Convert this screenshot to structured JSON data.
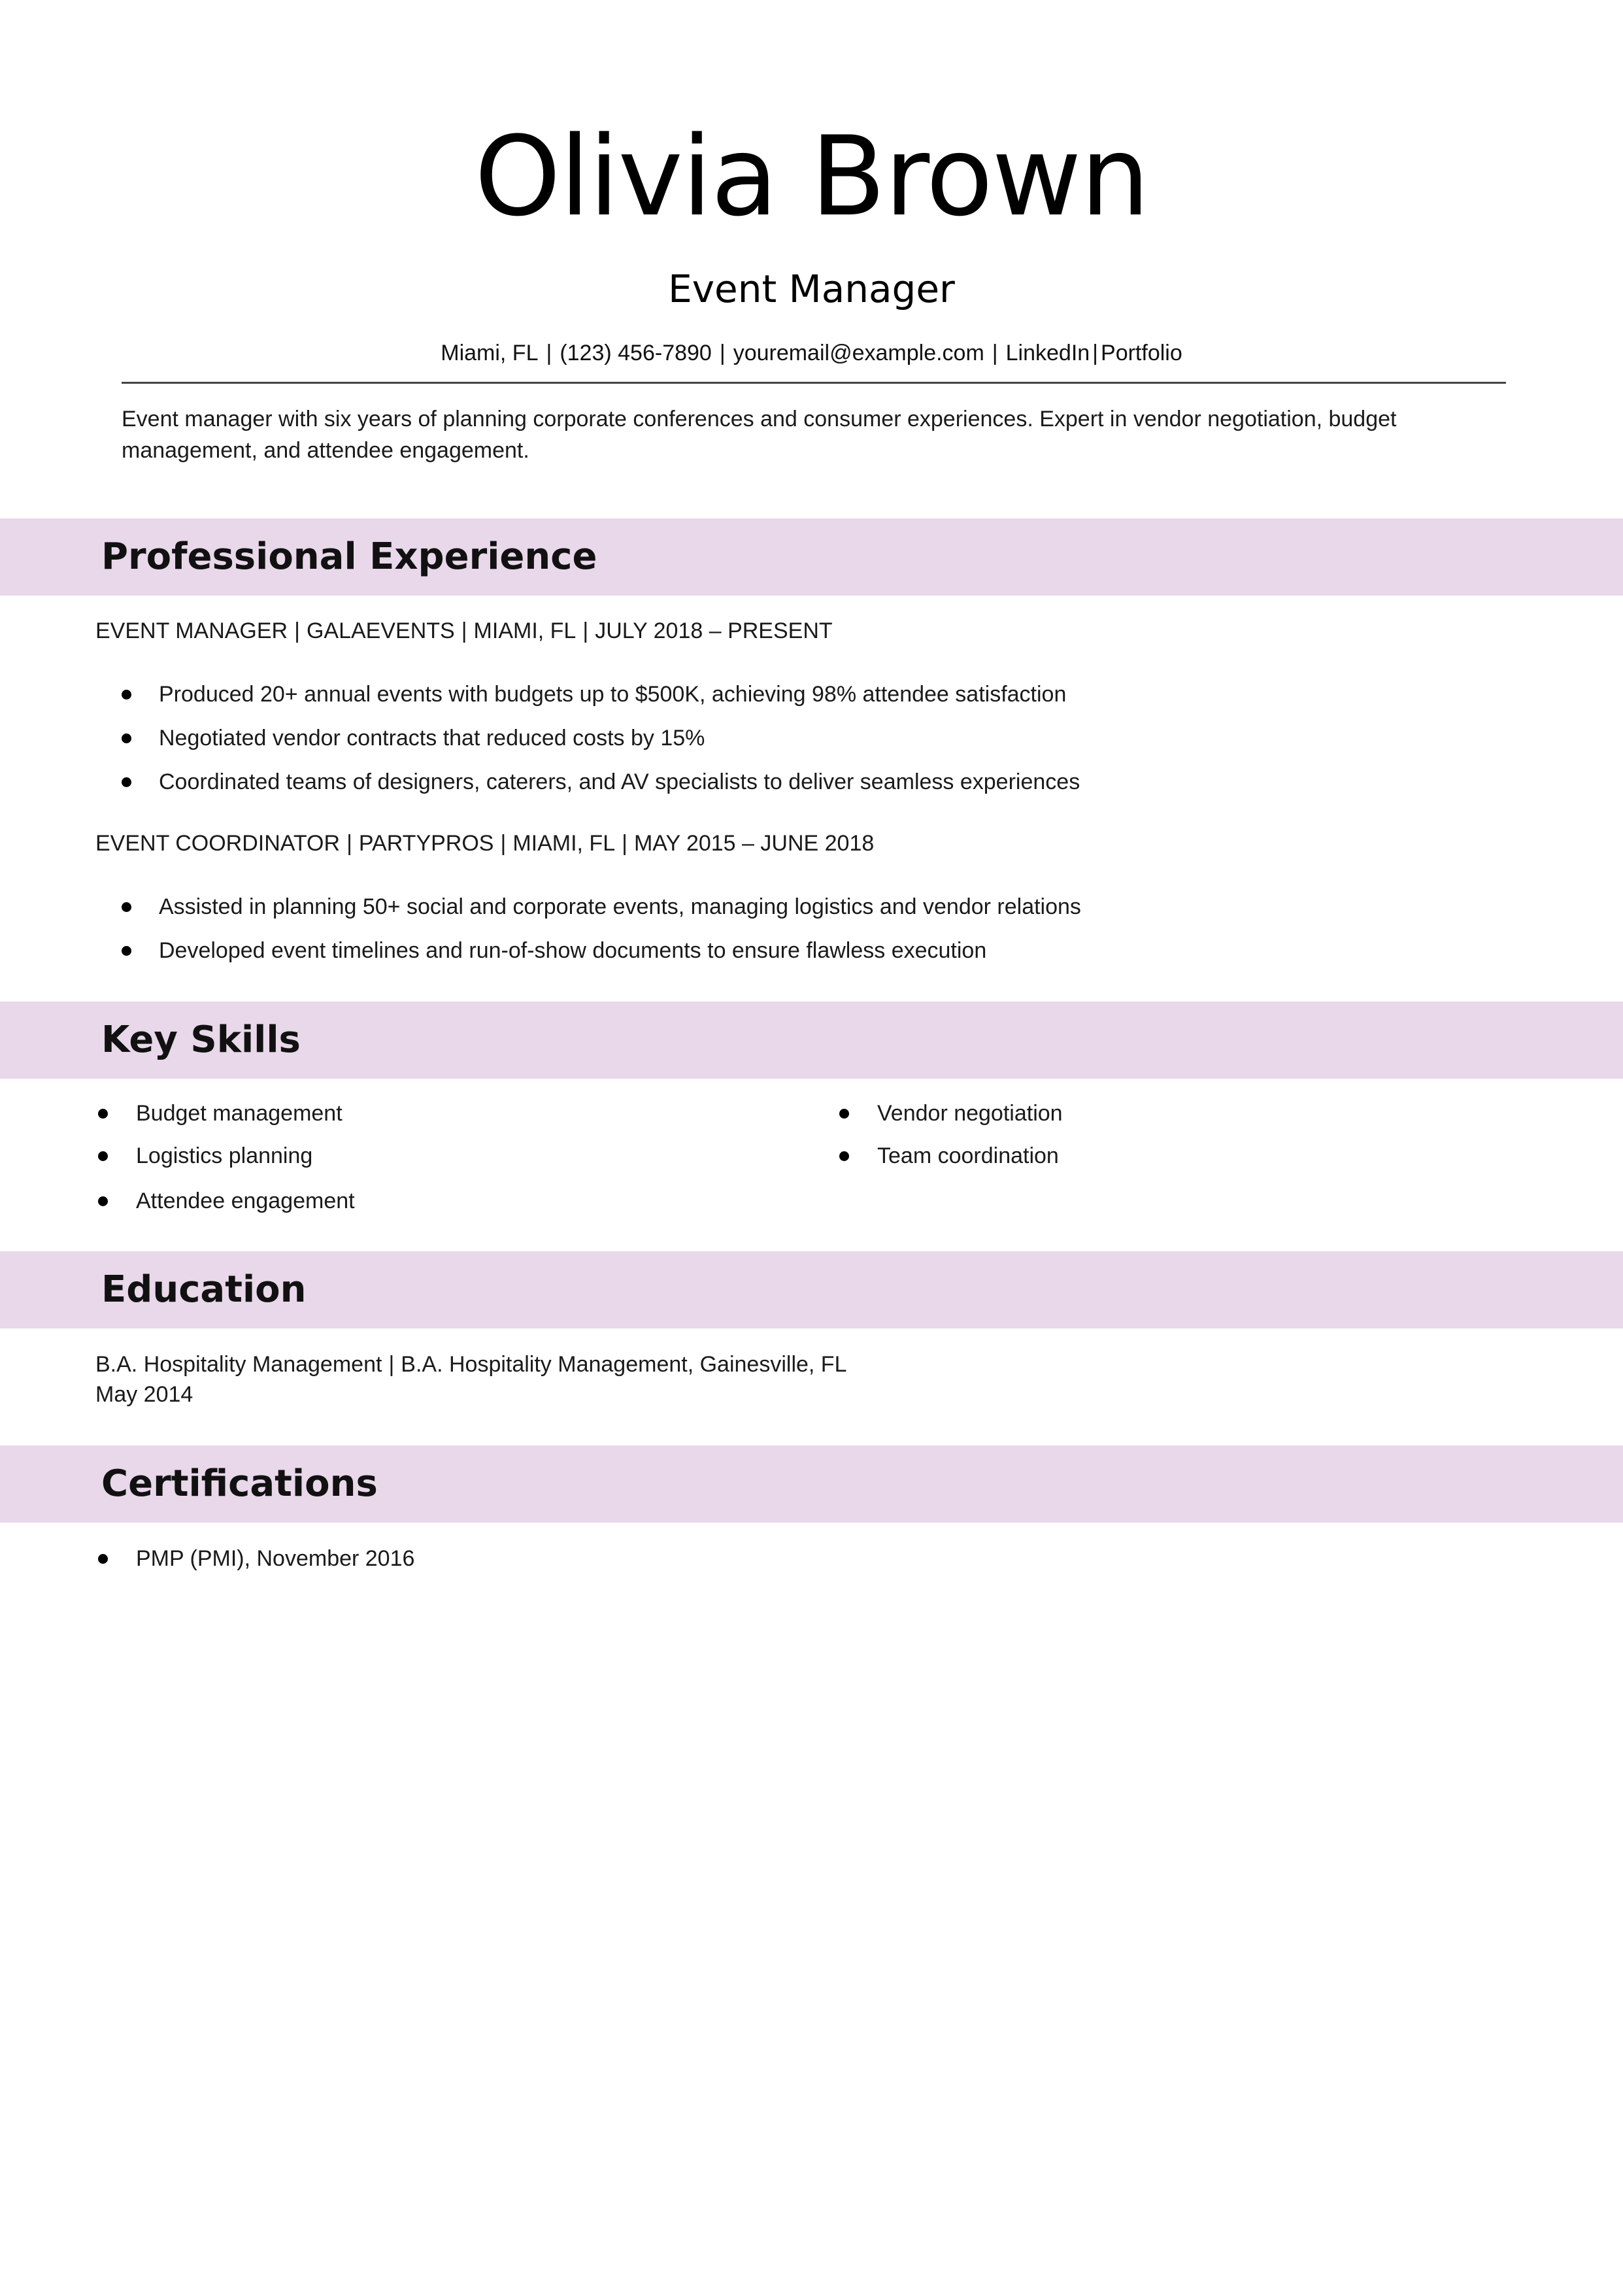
{
  "header": {
    "name": "Olivia Brown",
    "title": "Event Manager",
    "contact": {
      "location": "Miami, FL",
      "phone": "(123) 456-7890",
      "email": "youremail@example.com",
      "linkedin": "LinkedIn",
      "portfolio": "Portfolio",
      "separator": "|"
    }
  },
  "summary": "Event manager with six years of planning corporate conferences and consumer experiences. Expert in vendor negotiation, budget management, and attendee engagement.",
  "sections": {
    "experience": {
      "title": "Professional Experience",
      "jobs": [
        {
          "role": "EVENT MANAGER",
          "company": "GALAEVENTS",
          "location": "MIAMI, FL",
          "dates": "JULY 2018 – PRESENT",
          "bullets": [
            "Produced 20+ annual events with budgets up to $500K, achieving 98% attendee satisfaction",
            "Negotiated vendor contracts that reduced costs by 15%",
            "Coordinated teams of designers, caterers, and AV specialists to deliver seamless experiences"
          ]
        },
        {
          "role": "EVENT COORDINATOR",
          "company": "PARTYPROS",
          "location": "MIAMI, FL",
          "dates": "MAY 2015 – JUNE 2018",
          "bullets": [
            "Assisted in planning 50+ social and corporate events, managing logistics and vendor relations",
            "Developed event timelines and run-of-show documents to ensure flawless execution"
          ]
        }
      ]
    },
    "skills": {
      "title": "Key Skills",
      "items": [
        "Budget management",
        "Vendor negotiation",
        "Logistics planning",
        "Team coordination",
        "Attendee engagement"
      ]
    },
    "education": {
      "title": "Education",
      "degree": "B.A. Hospitality Management",
      "detail": "B.A. Hospitality Management, Gainesville, FL",
      "date": "May 2014"
    },
    "certifications": {
      "title": "Certifications",
      "items": [
        "PMP (PMI), November 2016"
      ]
    }
  },
  "colors": {
    "band": "#e8d8ea",
    "rule": "#444444",
    "text": "#1a1a1a"
  }
}
